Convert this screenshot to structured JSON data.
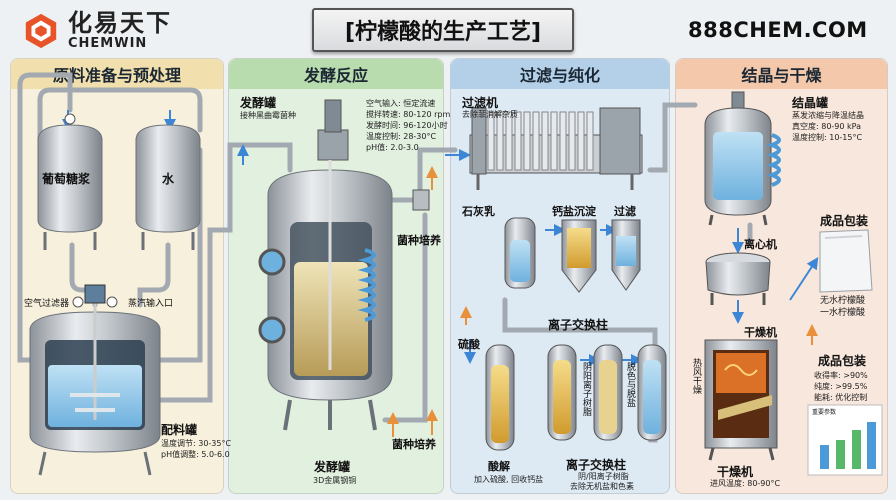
{
  "brand": {
    "cn": "化易天下",
    "en": "CHEMWIN"
  },
  "title": "[柠檬酸的生产工艺]",
  "site": "888CHEM.COM",
  "sections": [
    {
      "title": "原料准备与预处理"
    },
    {
      "title": "发酵反应"
    },
    {
      "title": "过滤与纯化"
    },
    {
      "title": "结晶与干燥"
    }
  ],
  "prep": {
    "glucose_tank": "葡萄糖浆",
    "water_tank": "水",
    "air_filter": "空气过滤器",
    "steam_inlet": "蒸汽输入口",
    "mix_tank": "配料罐",
    "mix_spec1": "温度调节: 30-35°C",
    "mix_spec2": "pH值调整: 5.0-6.0"
  },
  "ferment": {
    "title": "发酵罐",
    "subtitle": "接种黑曲霉菌种",
    "params": [
      "空气输入: 恒定流速",
      "搅拌转速: 80-120 rpm",
      "发酵时间: 96-120小时",
      "温度控制: 28-30°C",
      "pH值: 2.0-3.0"
    ],
    "seed1": "菌种培养",
    "seed2": "菌种培养",
    "bottom_title": "发酵罐",
    "bottom_sub": "3D金属钢铜"
  },
  "filter": {
    "title": "过滤机",
    "subtitle": "去除菲消解杂质",
    "lime": "石灰乳",
    "calcium": "钙盐沉淀",
    "filtration": "过滤",
    "ion_title": "离子交换柱",
    "acid": "硫酸",
    "col2": "阴阳离子树脂",
    "col3": "脱色与脱盐",
    "acid_label": "酸解",
    "acid_sub": "加入硫酸, 回收钙盐",
    "ion_bottom": "离子交换柱",
    "ion_sub1": "阴/阳离子树脂",
    "ion_sub2": "去除无机盐和色素"
  },
  "crystal": {
    "title": "结晶罐",
    "sub": "蒸发浓缩与降温结晶",
    "spec1": "真空度: 80-90 kPa",
    "spec2": "温度控制: 10-15°C",
    "pack": "成品包装",
    "centrifuge": "离心机",
    "pack_desc1": "无水柠檬酸",
    "pack_desc2": "一水柠檬酸",
    "dryer": "干燥机",
    "hot_air": "热风干燥",
    "product": "成品包装",
    "yield": "收得率: >90%",
    "purity": "纯度: >99.5%",
    "energy": "能耗: 优化控制",
    "chart_title": "重要参数",
    "dryer_bottom": "干燥机",
    "dryer_temp": "进风温度: 80-90°C"
  },
  "colors": {
    "accent": "#e8542a",
    "steel": "#b9bec4",
    "pipe": "#a9afb6",
    "arrow": "#3d86d6"
  }
}
